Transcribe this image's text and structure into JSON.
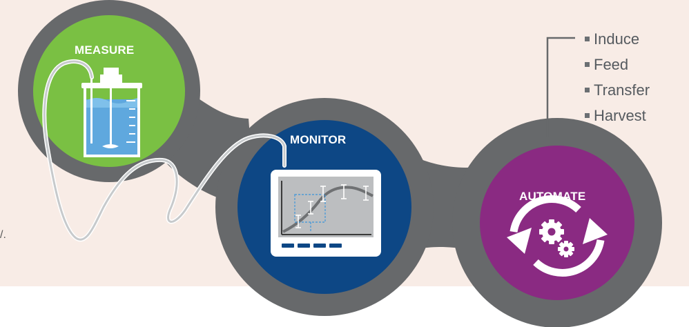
{
  "stages": {
    "measure": {
      "label": "MEASURE",
      "color": "#7ac043"
    },
    "monitor": {
      "label": "MONITOR",
      "color": "#0d4785"
    },
    "automate": {
      "label": "AUTOMATE",
      "color": "#8a2a82"
    }
  },
  "ring_color": "#67696b",
  "background_color": "#f8ece6",
  "automate_actions": {
    "items": [
      "Induce",
      "Feed",
      "Transfer",
      "Harvest"
    ]
  },
  "edge_text": "/."
}
